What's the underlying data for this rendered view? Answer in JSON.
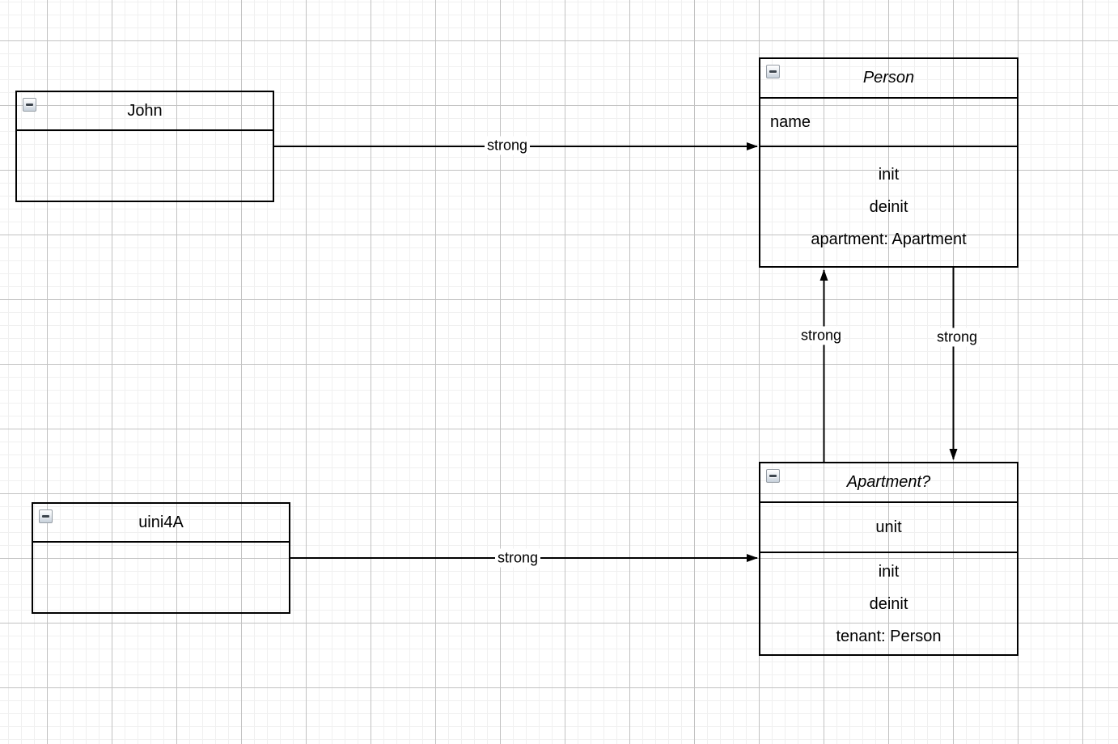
{
  "canvas": {
    "background_color": "#ffffff",
    "grid_minor_color": "#f0f0f0",
    "grid_major_color": "#c2c2c2",
    "stroke_color": "#000000",
    "label_background_color": "#ffffff"
  },
  "nodes": {
    "john": {
      "title": "John"
    },
    "uini4a": {
      "title": "uini4A"
    },
    "person": {
      "title": "Person",
      "attributes": [
        "name"
      ],
      "methods": [
        "init",
        "deinit",
        "apartment: Apartment"
      ]
    },
    "apartment": {
      "title": "Apartment?",
      "attributes": [
        "unit"
      ],
      "methods": [
        "init",
        "deinit",
        "tenant: Person"
      ]
    }
  },
  "edges": {
    "john_to_person": {
      "label": "strong"
    },
    "uini4a_to_apartment": {
      "label": "strong"
    },
    "apartment_to_person": {
      "label": "strong"
    },
    "person_to_apartment": {
      "label": "strong"
    }
  },
  "icons": {
    "collapse": "minus-icon"
  }
}
